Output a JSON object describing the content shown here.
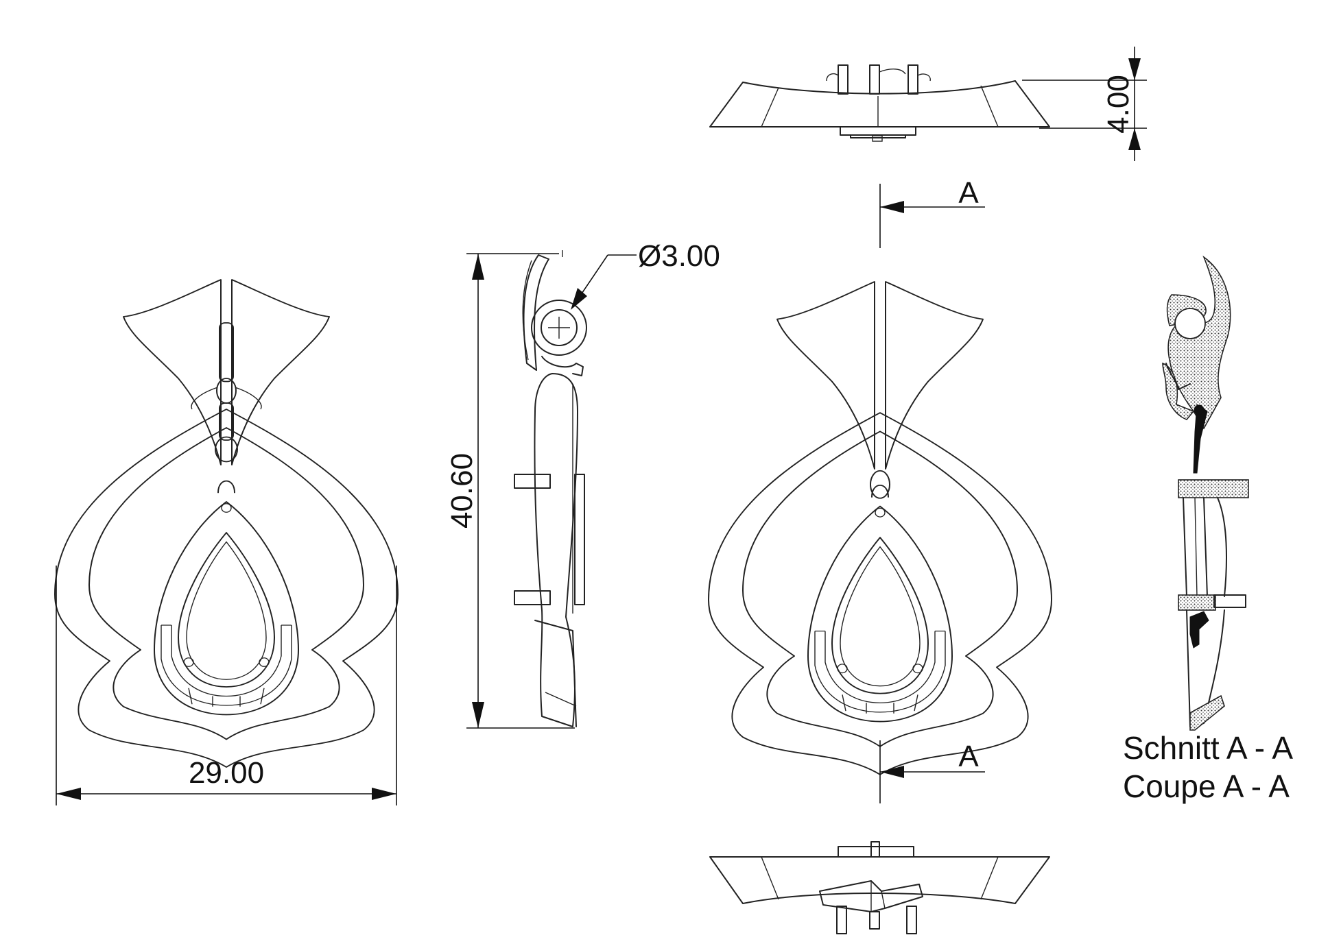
{
  "dimensions": {
    "width": "29.00",
    "height": "40.60",
    "diameter": "Ø3.00",
    "thickness": "4.00"
  },
  "section_markers": {
    "top": "A",
    "bottom": "A"
  },
  "section_caption": {
    "line1": "Schnitt A - A",
    "line2": "Coupe A - A"
  }
}
